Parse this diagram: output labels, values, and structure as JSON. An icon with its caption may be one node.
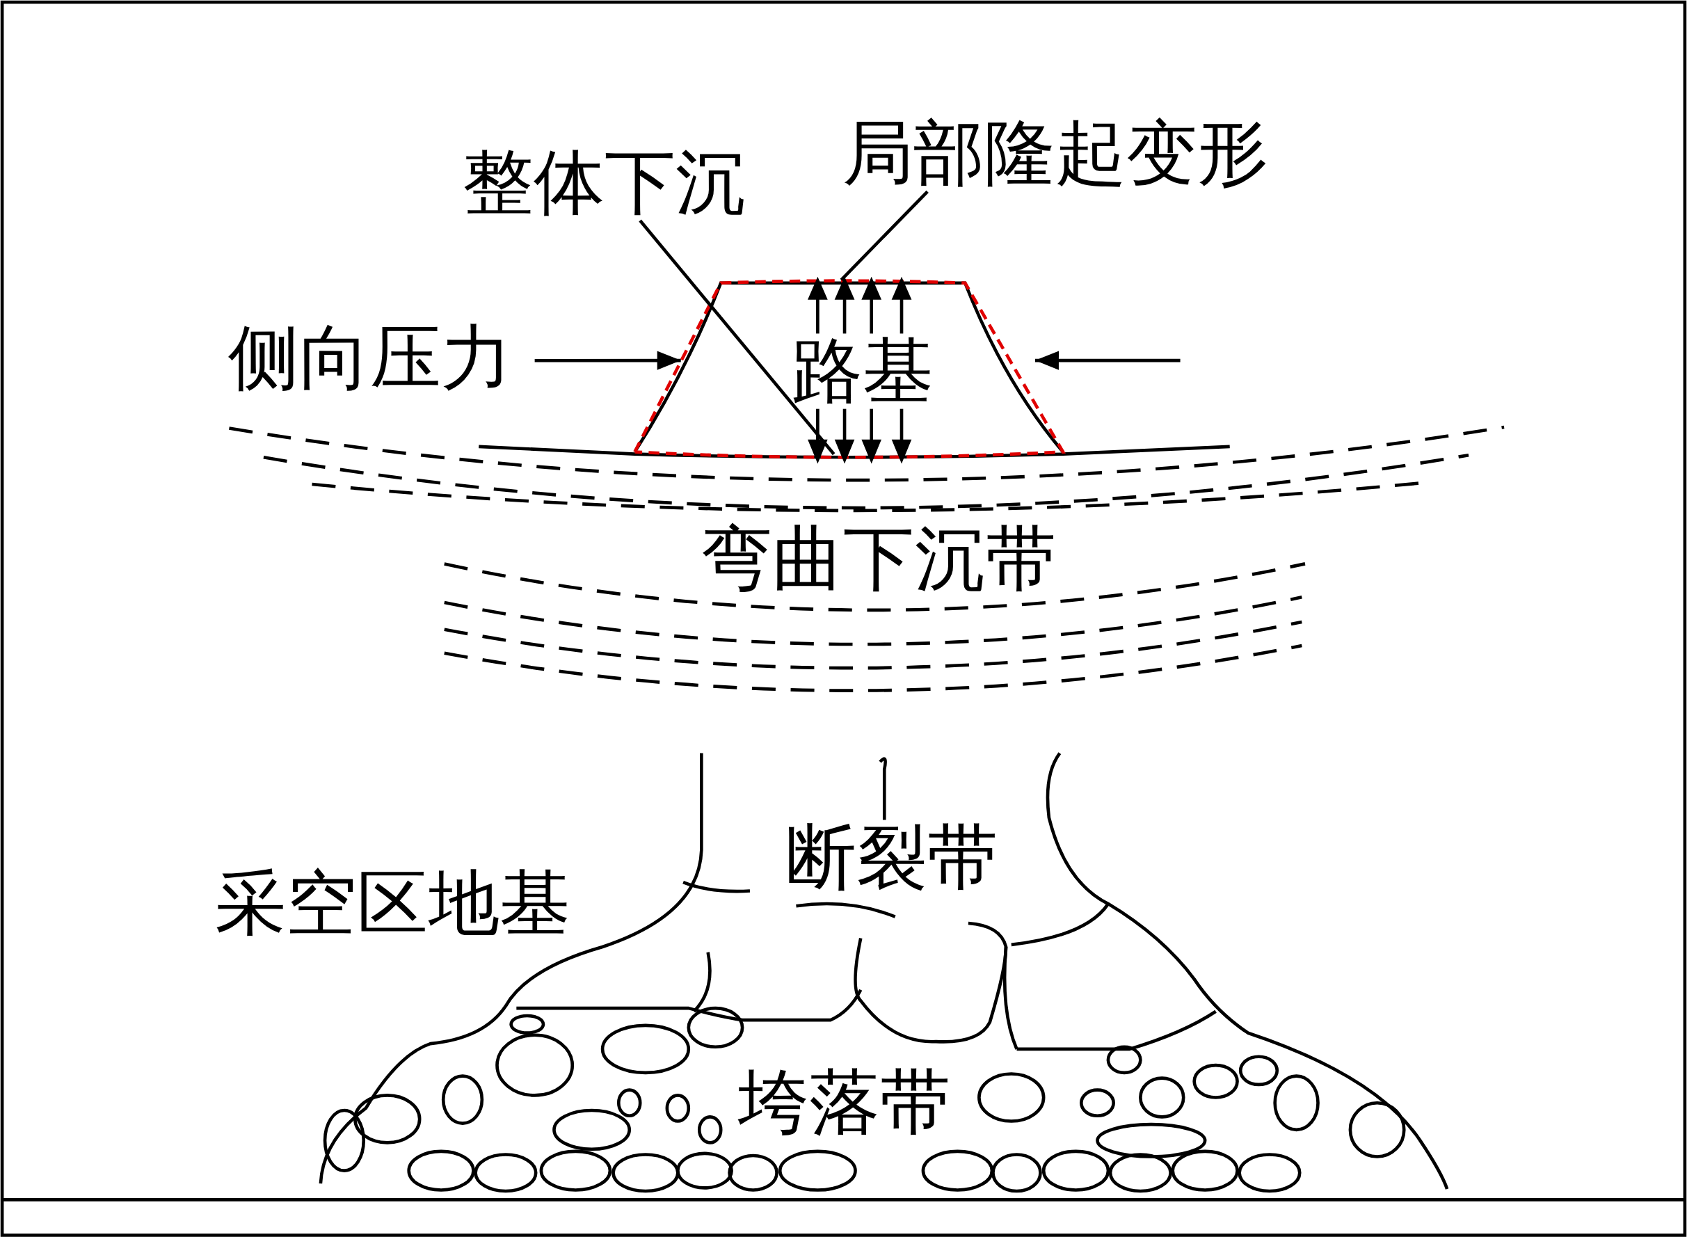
{
  "diagram": {
    "nodes": [
      {
        "text": [
          "整体下沉"
        ]
      },
      {
        "text": [
          "局部隆起变形"
        ]
      },
      {
        "text": [
          "侧向压力"
        ]
      },
      {
        "text": [
          "路基"
        ]
      }
    ],
    "edges": [
      {
        "from": 0,
        "to": 3,
        "arrow": "none"
      },
      {
        "from": 1,
        "to": 3,
        "arrow": "none"
      },
      {
        "from": 2,
        "to": 3,
        "arrow": "to"
      },
      {
        "from": null,
        "to": 3,
        "arrow": "to"
      }
    ],
    "labels": [
      "弯曲下沉带",
      "断裂带",
      "采空区地基",
      "垮落带"
    ]
  }
}
